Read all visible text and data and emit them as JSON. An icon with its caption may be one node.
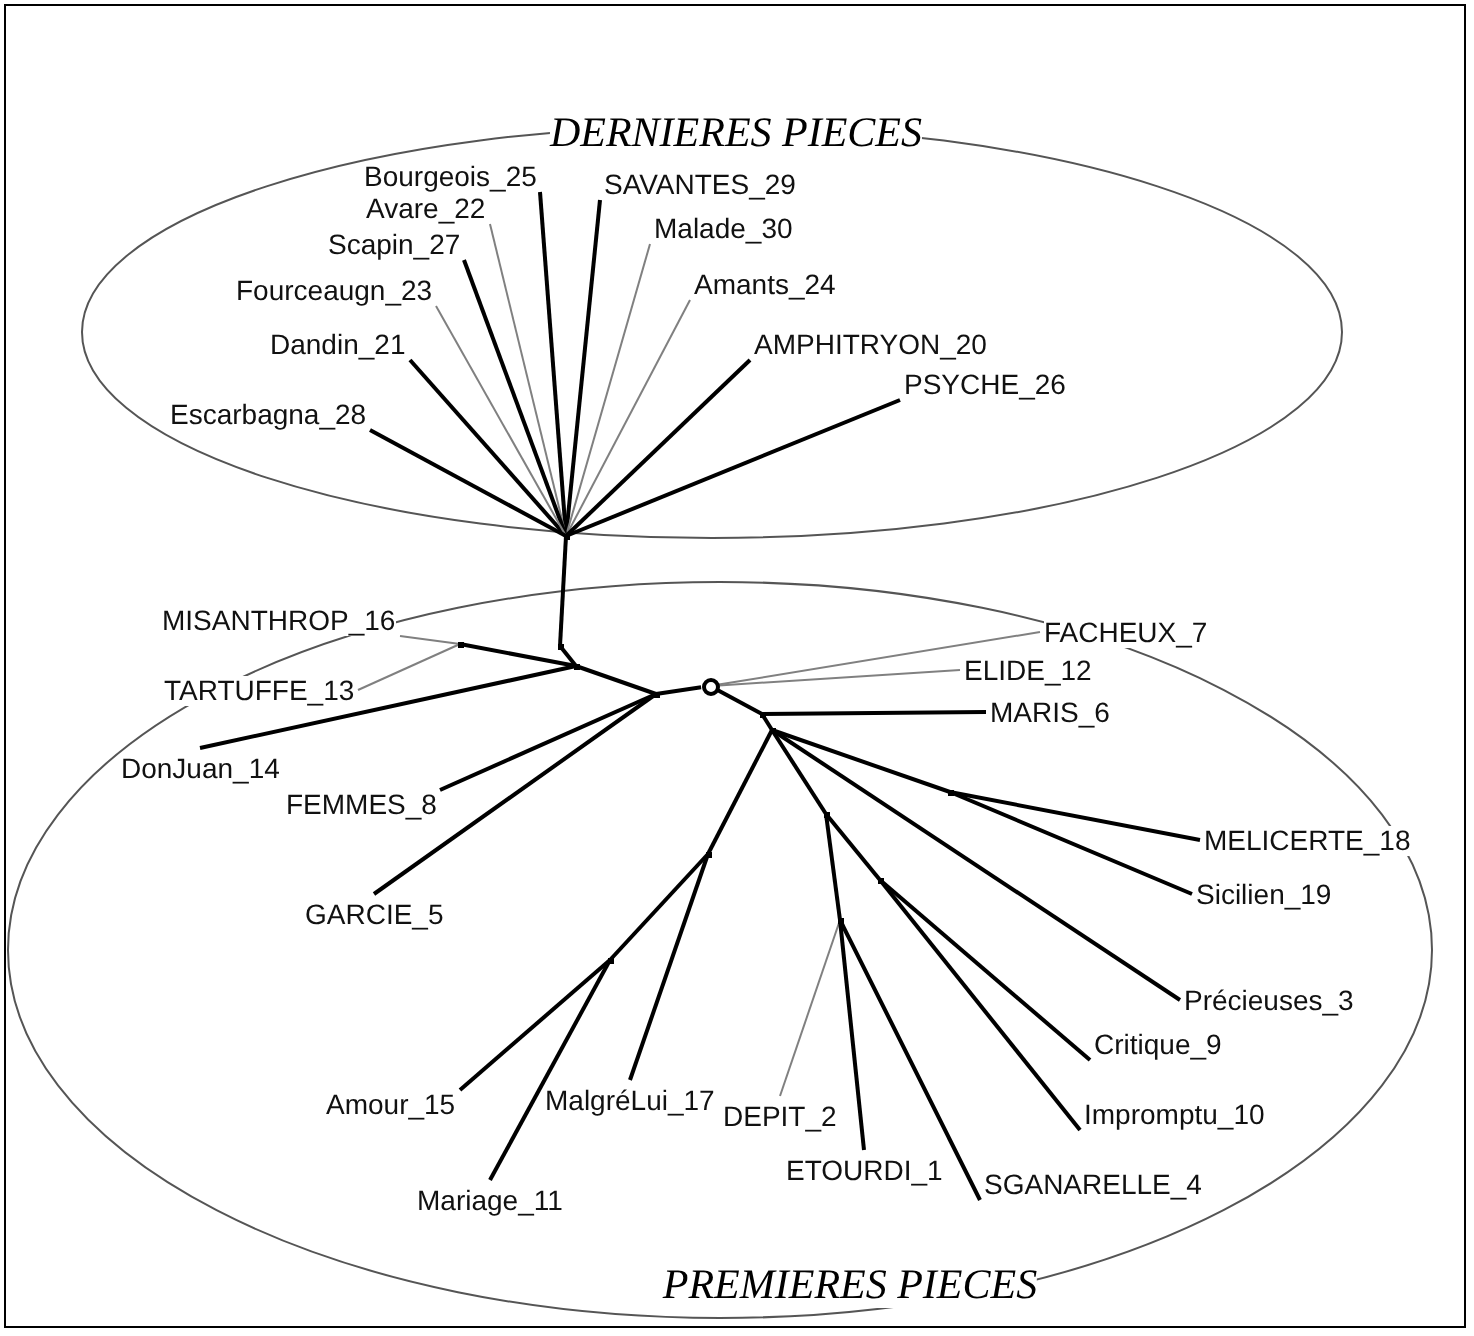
{
  "diagram": {
    "nodes": [
      {
        "text": [
          "DERNIERES PIECES"
        ]
      },
      {
        "text": [
          "Bourgeois_25"
        ],
        "in": 0
      },
      {
        "text": [
          "Avare_22"
        ],
        "in": 0
      },
      {
        "text": [
          "SAVANTES_29"
        ],
        "in": 0
      },
      {
        "text": [
          "Malade_30"
        ],
        "in": 0
      },
      {
        "text": [
          "Scapin_27"
        ],
        "in": 0
      },
      {
        "text": [
          "PSYCHE_26"
        ],
        "in": 0
      },
      {
        "text": [
          "Amants_24"
        ],
        "in": 0
      },
      {
        "text": [
          "Dandin_21"
        ],
        "in": 0
      },
      {
        "text": [
          "AMPHITRYON_20"
        ],
        "in": 0
      },
      {
        "text": [
          "Fourceaugn_23"
        ],
        "in": 0
      },
      {
        "text": [
          "Escarbagna_28"
        ],
        "in": 0
      },
      {
        "text": [
          "PREMIERES PIECES"
        ]
      },
      {
        "text": [
          "FACHEUX_7"
        ],
        "in": 12
      },
      {
        "text": [
          "MISANTHROP_16"
        ],
        "in": 12
      },
      {
        "text": [
          "ELIDE_12"
        ],
        "in": 12
      },
      {
        "text": [
          "TARTUFFE_13"
        ],
        "in": 12
      },
      {
        "text": [
          "MARIS_6"
        ],
        "in": 12
      },
      {
        "text": [
          "DonJuan_14"
        ],
        "in": 12
      },
      {
        "text": [
          "FEMMES_8"
        ],
        "in": 12
      },
      {
        "text": [
          "MELICERTE_18"
        ],
        "in": 12
      },
      {
        "text": [
          "GARCIE_5"
        ],
        "in": 12
      },
      {
        "text": [
          "Sicilien_19"
        ],
        "in": 12
      },
      {
        "text": [
          "Précieuses_3"
        ],
        "in": 12
      },
      {
        "text": [
          "MalgréLui_17"
        ],
        "in": 12
      },
      {
        "text": [
          "ETOURDI_1"
        ],
        "in": 12
      },
      {
        "text": [
          "Critique_9"
        ],
        "in": 12
      },
      {
        "text": [
          "DEPIT_2"
        ],
        "in": 12
      },
      {
        "text": [
          "Amour_15"
        ],
        "in": 12
      },
      {
        "text": [
          "Impromptu_10"
        ],
        "in": 12
      },
      {
        "text": [
          "SGANARELLE_4"
        ],
        "in": 12
      },
      {
        "text": [
          "Mariage_11"
        ],
        "in": 12
      },
      {
        "text": [],
        "shape": "point"
      },
      {
        "text": [],
        "shape": "point",
        "in": 12
      },
      {
        "text": [],
        "shape": "point",
        "in": 12
      },
      {
        "text": [],
        "shape": "point",
        "in": 12
      },
      {
        "text": [],
        "shape": "point",
        "in": 12
      },
      {
        "text": [],
        "shape": "circle",
        "in": 12
      },
      {
        "text": [],
        "shape": "point",
        "in": 12
      },
      {
        "text": [],
        "shape": "point",
        "in": 12
      },
      {
        "text": [],
        "shape": "point",
        "in": 12
      },
      {
        "text": [],
        "shape": "point",
        "in": 12
      },
      {
        "text": [],
        "shape": "point",
        "in": 12
      },
      {
        "text": [],
        "shape": "point",
        "in": 12
      },
      {
        "text": [],
        "shape": "point",
        "in": 12
      },
      {
        "text": [],
        "shape": "point",
        "in": 12
      }
    ],
    "edges": [
      {
        "from": 32,
        "to": 1,
        "arrow": "none"
      },
      {
        "from": 32,
        "to": 2,
        "arrow": "none",
        "color": "#808080"
      },
      {
        "from": 32,
        "to": 3,
        "arrow": "none"
      },
      {
        "from": 32,
        "to": 4,
        "arrow": "none",
        "color": "#808080"
      },
      {
        "from": 32,
        "to": 5,
        "arrow": "none"
      },
      {
        "from": 32,
        "to": 6,
        "arrow": "none"
      },
      {
        "from": 32,
        "to": 7,
        "arrow": "none",
        "color": "#808080"
      },
      {
        "from": 32,
        "to": 8,
        "arrow": "none"
      },
      {
        "from": 32,
        "to": 9,
        "arrow": "none"
      },
      {
        "from": 32,
        "to": 10,
        "arrow": "none",
        "color": "#808080"
      },
      {
        "from": 32,
        "to": 11,
        "arrow": "none"
      },
      {
        "from": 32,
        "to": 33,
        "arrow": "none"
      },
      {
        "from": 33,
        "to": 34,
        "arrow": "none"
      },
      {
        "from": 34,
        "to": 35,
        "arrow": "none"
      },
      {
        "from": 35,
        "to": 14,
        "arrow": "none",
        "color": "#808080"
      },
      {
        "from": 35,
        "to": 16,
        "arrow": "none",
        "color": "#808080"
      },
      {
        "from": 34,
        "to": 18,
        "arrow": "none"
      },
      {
        "from": 34,
        "to": 36,
        "arrow": "none"
      },
      {
        "from": 36,
        "to": 19,
        "arrow": "none"
      },
      {
        "from": 36,
        "to": 21,
        "arrow": "none"
      },
      {
        "from": 36,
        "to": 37,
        "arrow": "none"
      },
      {
        "from": 37,
        "to": 13,
        "arrow": "none",
        "color": "#808080"
      },
      {
        "from": 37,
        "to": 15,
        "arrow": "none",
        "color": "#808080"
      },
      {
        "from": 37,
        "to": 38,
        "arrow": "none"
      },
      {
        "from": 38,
        "to": 17,
        "arrow": "none"
      },
      {
        "from": 38,
        "to": 39,
        "arrow": "none"
      },
      {
        "from": 39,
        "to": 40,
        "arrow": "none"
      },
      {
        "from": 40,
        "to": 20,
        "arrow": "none"
      },
      {
        "from": 40,
        "to": 22,
        "arrow": "none"
      },
      {
        "from": 39,
        "to": 23,
        "arrow": "none"
      },
      {
        "from": 39,
        "to": 41,
        "arrow": "none"
      },
      {
        "from": 39,
        "to": 42,
        "arrow": "none"
      },
      {
        "from": 42,
        "to": 43,
        "arrow": "none"
      },
      {
        "from": 43,
        "to": 28,
        "arrow": "none"
      },
      {
        "from": 43,
        "to": 31,
        "arrow": "none"
      },
      {
        "from": 42,
        "to": 24,
        "arrow": "none"
      },
      {
        "from": 41,
        "to": 44,
        "arrow": "none"
      },
      {
        "from": 44,
        "to": 27,
        "arrow": "none",
        "color": "#808080"
      },
      {
        "from": 44,
        "to": 25,
        "arrow": "none"
      },
      {
        "from": 44,
        "to": 30,
        "arrow": "none"
      },
      {
        "from": 41,
        "to": 45,
        "arrow": "none"
      },
      {
        "from": 45,
        "to": 26,
        "arrow": "none"
      },
      {
        "from": 45,
        "to": 29,
        "arrow": "none"
      }
    ]
  }
}
